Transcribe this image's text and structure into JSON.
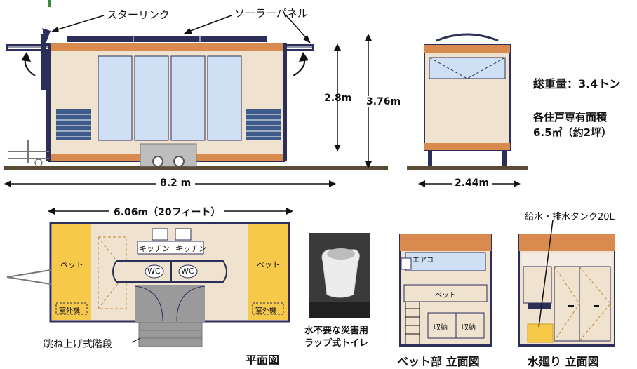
{
  "colors": {
    "wall_orange": "#d98a4e",
    "wood": "#efe2cf",
    "glass": "#cfe0f4",
    "navy": "#2c2f5a",
    "ground": "#5a4b35",
    "floor_yellow": "#f6c94a",
    "louver": "#3c5a8a",
    "green_accent": "#3c8a3c"
  },
  "elevation": {
    "callouts": {
      "skylink": "スターリンク",
      "solar_panel": "ソーラーパネル"
    },
    "height_inner": "2.8m",
    "height_total": "3.76m",
    "length": "8.2 m"
  },
  "side_view": {
    "width": "2.44m",
    "total_weight": "総重量：3.4トン",
    "area_title": "各住戸専有面積",
    "area_value": "6.5㎡（約2坪）"
  },
  "plan": {
    "width_dim": "6.06m（20フィート）",
    "bed_left": "ベット",
    "bed_right": "ベット",
    "outdoor_unit_left": "室外機",
    "outdoor_unit_right": "室外機",
    "kitchen_left": "キッチン",
    "kitchen_right": "キッチン",
    "wc_left": "WC",
    "wc_right": "WC",
    "stairs_label": "跳ね上げ式階段",
    "title": "平面図"
  },
  "toilet": {
    "caption_line1": "水不要な災害用",
    "caption_line2": "ラップ式トイレ"
  },
  "bed_section": {
    "aircon": "エアコ",
    "bed": "ベット",
    "storage_left": "収納",
    "storage_right": "収納",
    "title": "ベット部 立面図"
  },
  "water_section": {
    "tank_label": "給水・排水タンク20L",
    "title": "水廻り 立面図"
  }
}
